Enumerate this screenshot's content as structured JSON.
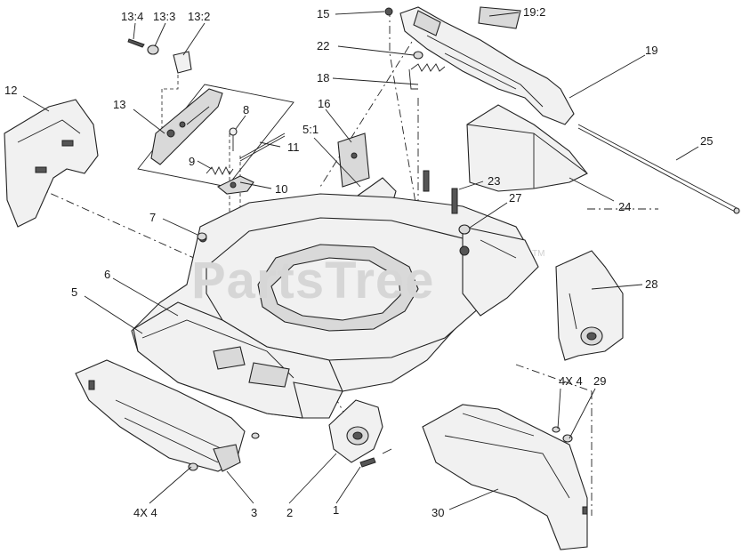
{
  "watermark": {
    "text": "PartsTree",
    "trademark": "TM"
  },
  "labels": {
    "l_13_4": "13:4",
    "l_13_3": "13:3",
    "l_13_2": "13:2",
    "l_15": "15",
    "l_19_2": "19:2",
    "l_19": "19",
    "l_22": "22",
    "l_18": "18",
    "l_12": "12",
    "l_13": "13",
    "l_8": "8",
    "l_16": "16",
    "l_5_1": "5:1",
    "l_11": "11",
    "l_9": "9",
    "l_10": "10",
    "l_25": "25",
    "l_23": "23",
    "l_24": "24",
    "l_7": "7",
    "l_27": "27",
    "l_28": "28",
    "l_6": "6",
    "l_5": "5",
    "l_4x4_right": "4X 4",
    "l_29": "29",
    "l_4x4_left": "4X 4",
    "l_3": "3",
    "l_2": "2",
    "l_1": "1",
    "l_30": "30"
  }
}
